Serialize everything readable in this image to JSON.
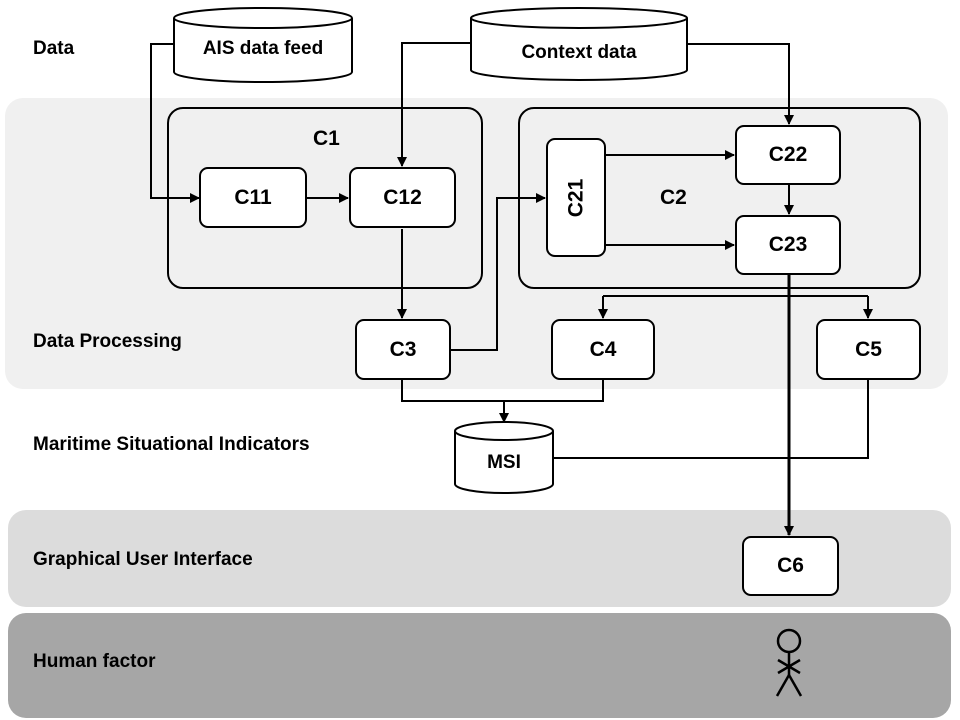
{
  "layers": {
    "data": "Data",
    "processing": "Data Processing",
    "indicators": "Maritime Situational Indicators",
    "gui": "Graphical User Interface",
    "human": "Human factor"
  },
  "sources": {
    "ais": "AIS data feed",
    "context": "Context data",
    "msi": "MSI"
  },
  "groups": {
    "c1": "C1",
    "c2": "C2"
  },
  "components": {
    "c11": "C11",
    "c12": "C12",
    "c21": "C21",
    "c22": "C22",
    "c23": "C23",
    "c3": "C3",
    "c4": "C4",
    "c5": "C5",
    "c6": "C6"
  },
  "icons": {
    "human": "stick-figure-icon"
  },
  "colors": {
    "processing_band": "#f0f0f0",
    "gui_band": "#dcdcdc",
    "human_band": "#a6a6a6",
    "line": "#000000"
  }
}
